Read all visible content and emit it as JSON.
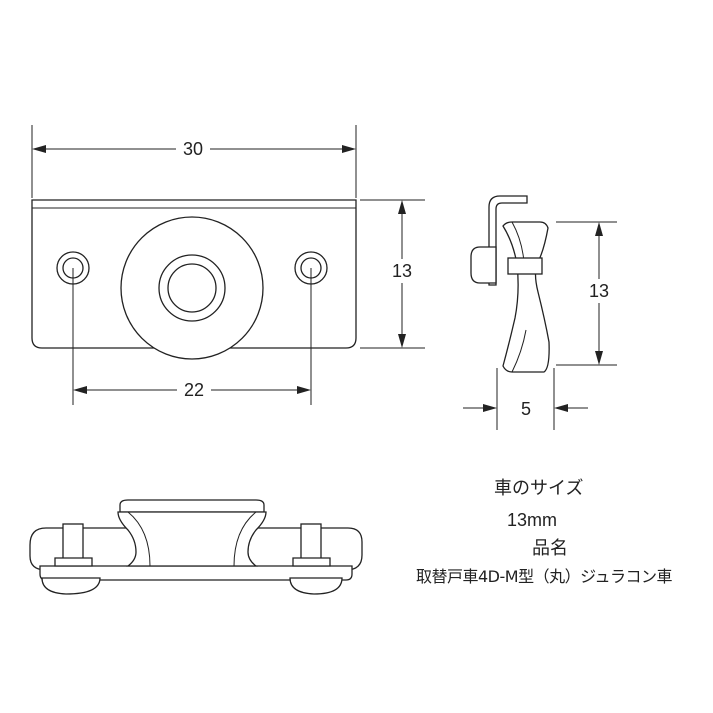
{
  "dimensions": {
    "front_width": "30",
    "front_height": "13",
    "hole_spacing": "22",
    "side_height": "13",
    "side_width": "5"
  },
  "caption": {
    "line1": "車のサイズ",
    "line2": "13mm",
    "line3": "品名",
    "line4": "取替戸車4D-M型（丸）ジュラコン車"
  }
}
